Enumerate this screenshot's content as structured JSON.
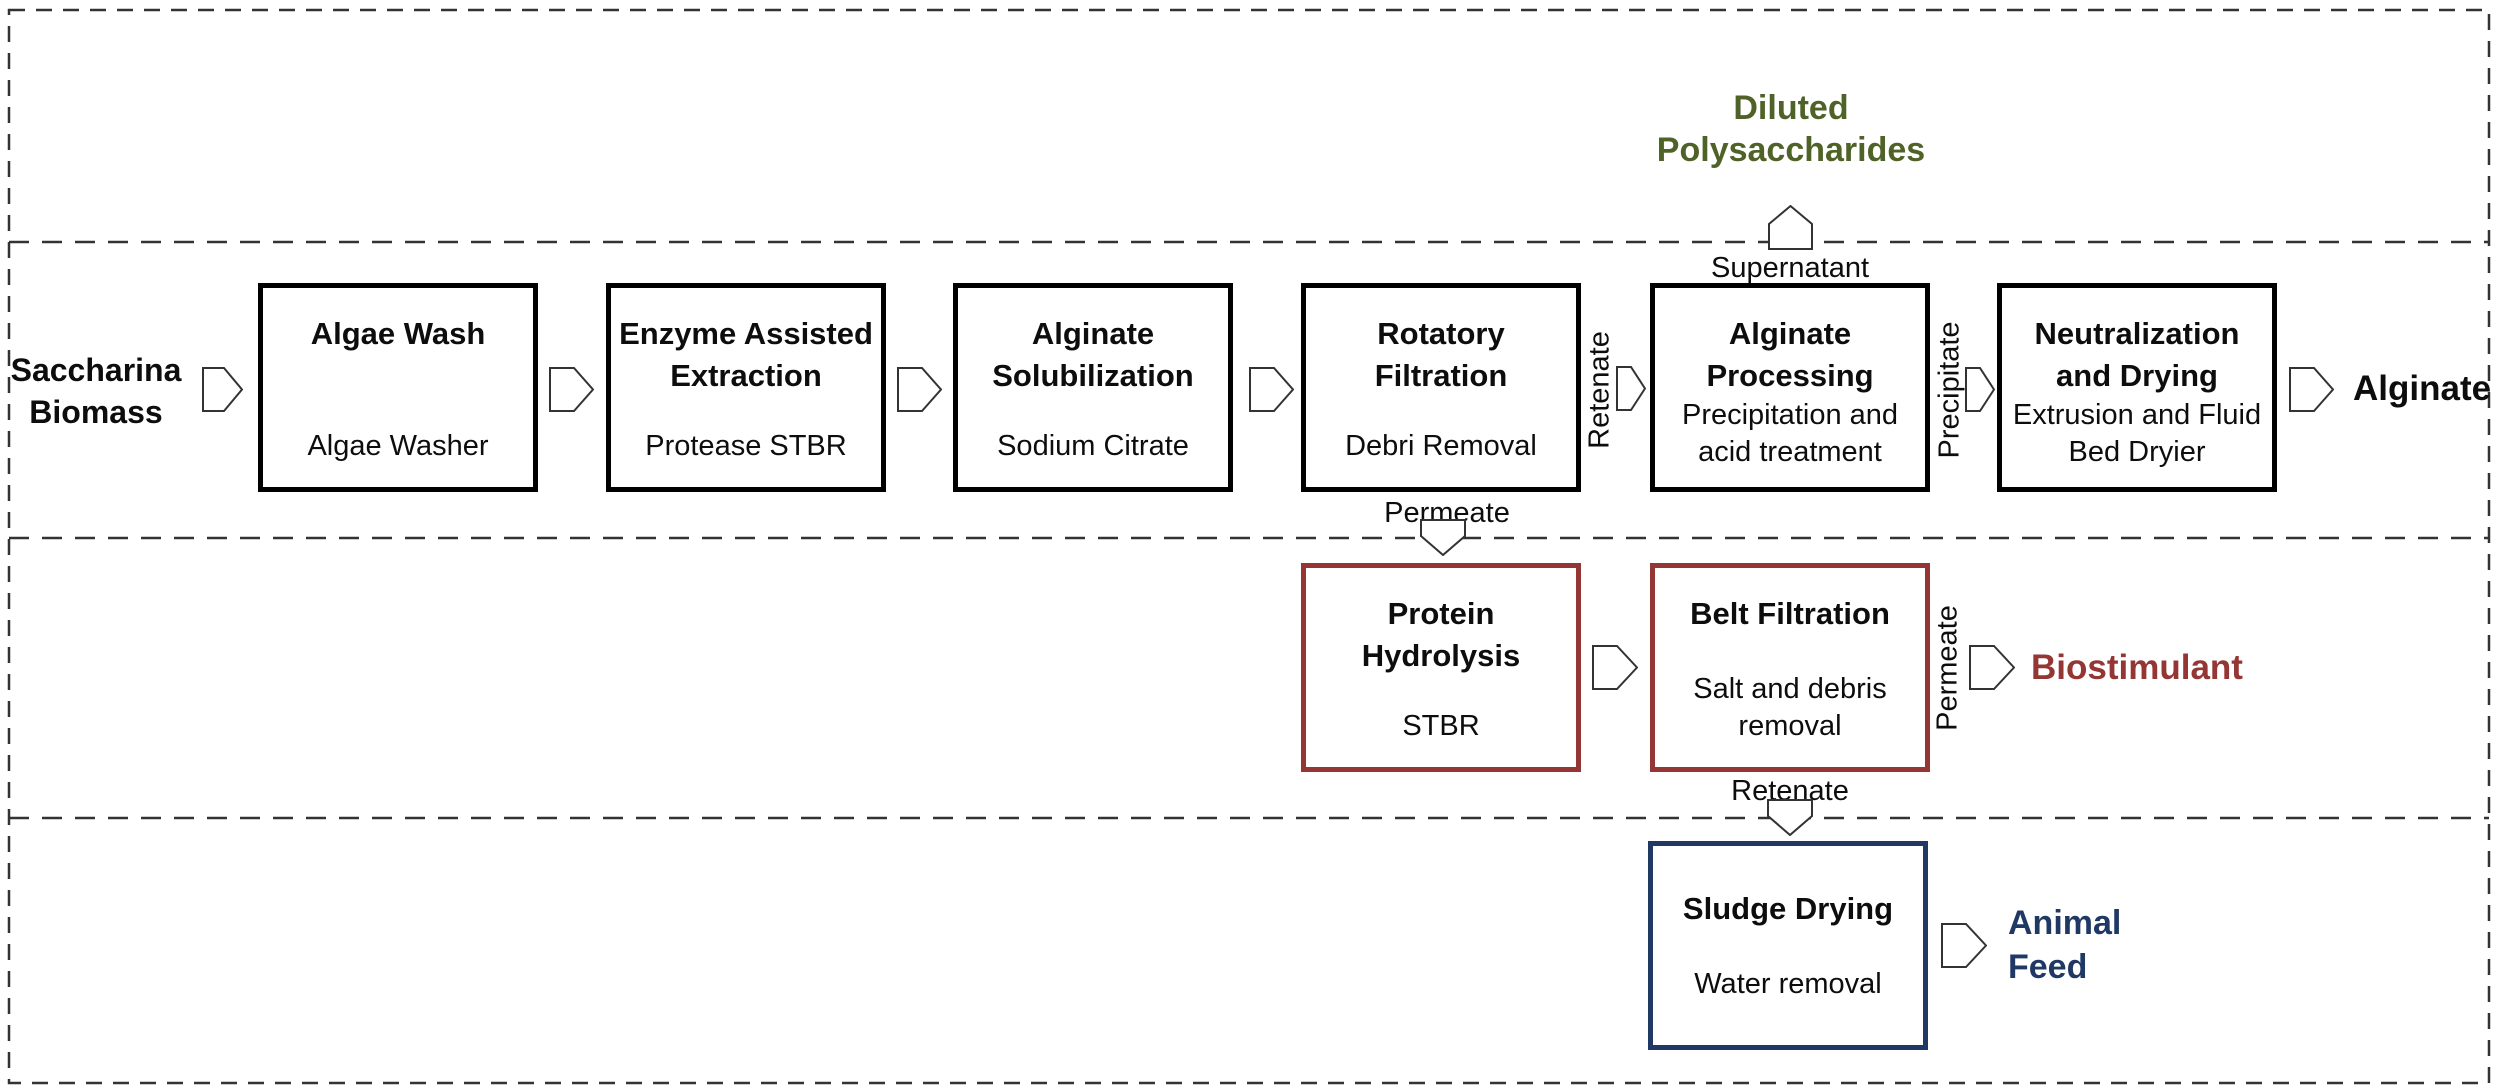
{
  "palette": {
    "box_border_black": "#000000",
    "box_border_red": "#943634",
    "box_border_navy": "#1F3864",
    "text_green": "#4F6228",
    "text_dark_red": "#943634",
    "text_navy": "#1F3864",
    "dashed_frame": "#333333"
  },
  "input_label": "Saccharina\nBiomass",
  "outputs": {
    "diluted_polysaccharides": "Diluted\nPolysaccharides",
    "alginate": "Alginate",
    "biostimulant": "Biostimulant",
    "animal_feed": "Animal\nFeed"
  },
  "streams": {
    "supernatant": "Supernatant",
    "permeate_down": "Permeate",
    "retenate_side": "Retenate",
    "precipitate_side": "Precipitate",
    "permeate_side": "Permeate",
    "retenate_down": "Retenate"
  },
  "boxes": {
    "algae_wash": {
      "title": "Algae Wash",
      "subtitle": "Algae Washer"
    },
    "enzyme_assisted_extraction": {
      "title": "Enzyme Assisted\nExtraction",
      "subtitle": "Protease STBR"
    },
    "alginate_solubilization": {
      "title": "Alginate\nSolubilization",
      "subtitle": "Sodium Citrate"
    },
    "rotatory_filtration": {
      "title": "Rotatory\nFiltration",
      "subtitle": "Debri Removal"
    },
    "alginate_processing": {
      "title": "Alginate\nProcessing",
      "subtitle": "Precipitation and\nacid treatment"
    },
    "neutralization_and_drying": {
      "title": "Neutralization\nand Drying",
      "subtitle": "Extrusion and Fluid\nBed Dryier"
    },
    "protein_hydrolysis": {
      "title": "Protein\nHydrolysis",
      "subtitle": "STBR"
    },
    "belt_filtration": {
      "title": "Belt Filtration",
      "subtitle": "Salt and debris\nremoval"
    },
    "sludge_drying": {
      "title": "Sludge Drying",
      "subtitle": "Water removal"
    }
  }
}
